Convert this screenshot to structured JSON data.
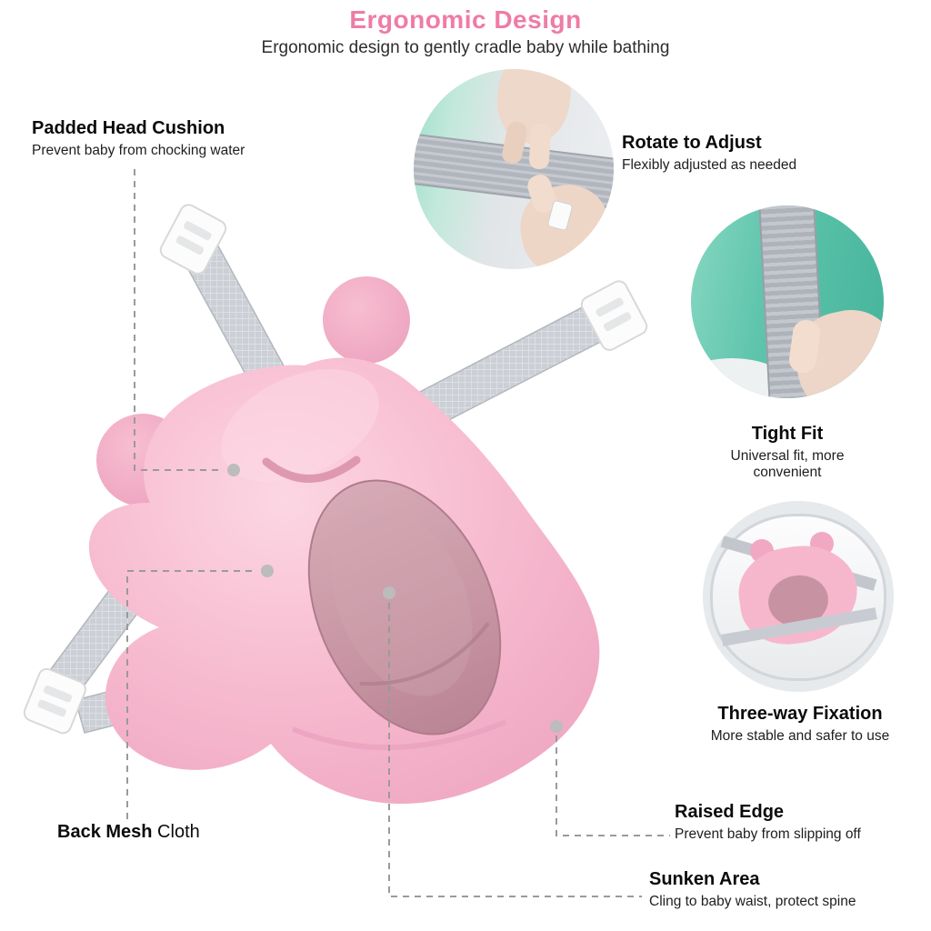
{
  "header": {
    "title": "Ergonomic Design",
    "subtitle": "Ergonomic design to gently cradle baby while bathing"
  },
  "callouts": {
    "padded_head_cushion": {
      "title": "Padded Head Cushion",
      "desc": "Prevent baby from chocking water"
    },
    "rotate_to_adjust": {
      "title": "Rotate to Adjust",
      "desc": "Flexibly adjusted as needed"
    },
    "tight_fit": {
      "title": "Tight Fit",
      "desc": "Universal fit, more convenient"
    },
    "three_way_fixation": {
      "title": "Three-way Fixation",
      "desc": "More stable and safer to use"
    },
    "raised_edge": {
      "title": "Raised Edge",
      "desc": "Prevent baby from slipping off"
    },
    "sunken_area": {
      "title": "Sunken Area",
      "desc": "Cling to baby waist, protect spine"
    },
    "back_mesh_cloth": {
      "title_bold": "Back Mesh",
      "title_regular": " Cloth"
    }
  },
  "colors": {
    "title_pink": "#ee7ca6",
    "cushion_pink": "#f7bcd0",
    "sunken_mauve": "#c795a3",
    "strap_gray": "#ccd0d6",
    "buckle_white": "#fcfcfc",
    "inset_teal": "#5ec4ac",
    "leader_gray": "#9a9a9a"
  }
}
